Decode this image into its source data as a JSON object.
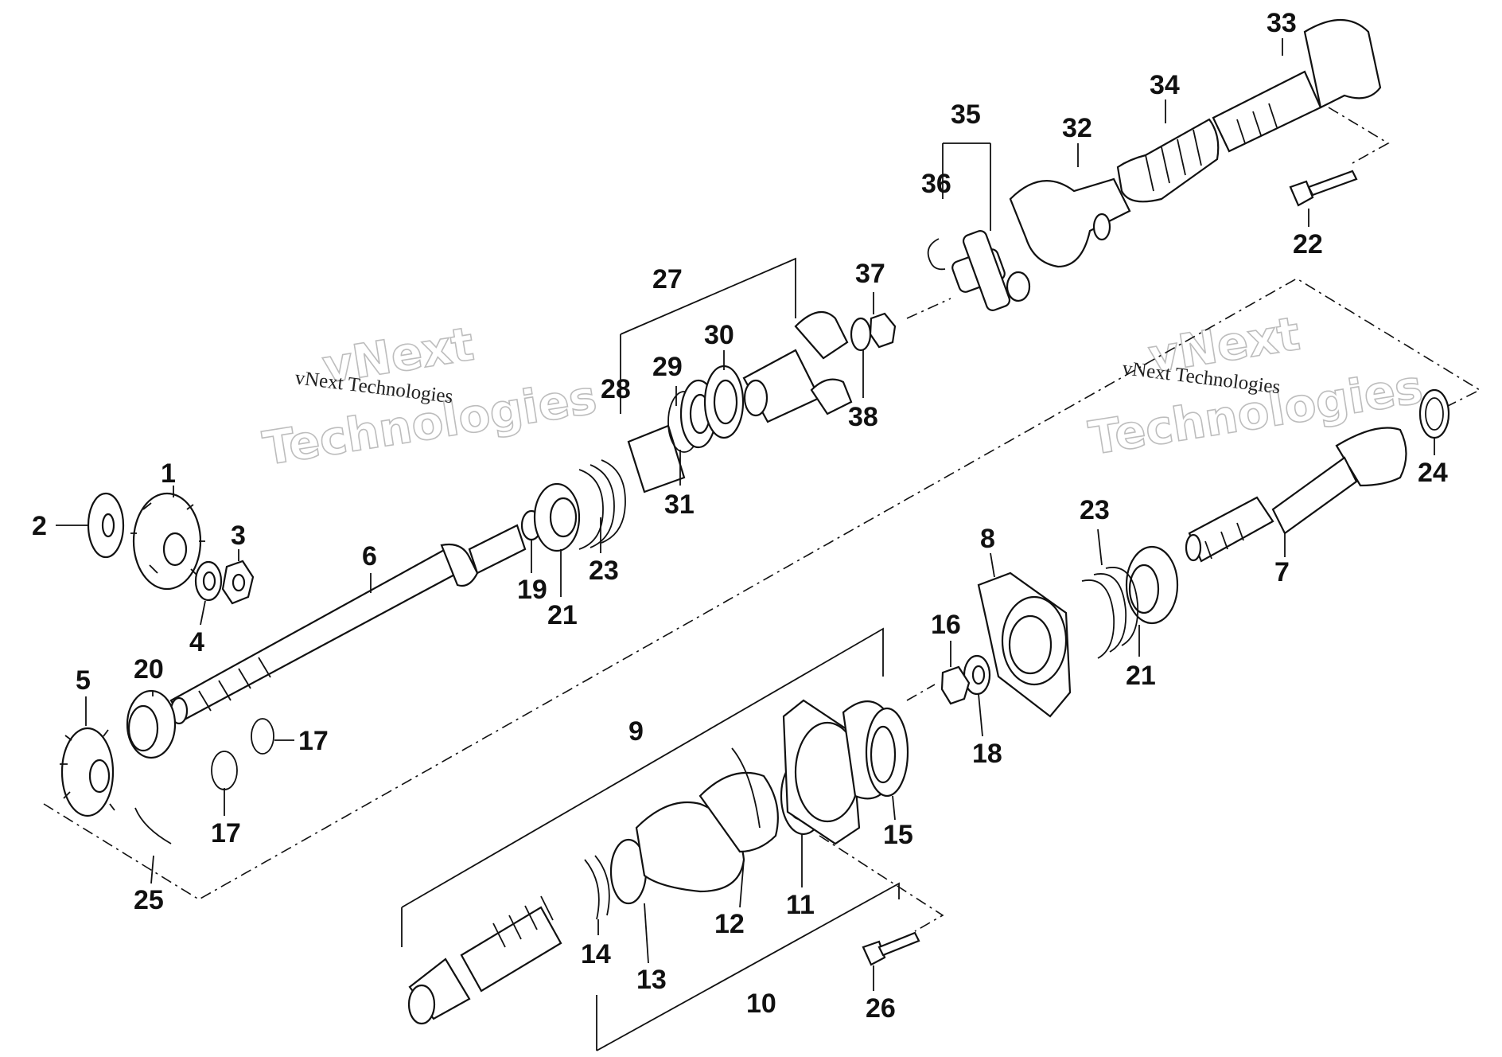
{
  "watermarks": {
    "left_big_1": "vNext",
    "left_big_2": "Technologies",
    "left_small": "vNext Technologies",
    "right_big_1": "vNext",
    "right_big_2": "Technologies",
    "right_small": "vNext Technologies"
  },
  "callouts": {
    "c1": "1",
    "c2": "2",
    "c3": "3",
    "c4": "4",
    "c5": "5",
    "c6": "6",
    "c7": "7",
    "c8": "8",
    "c9": "9",
    "c10": "10",
    "c11": "11",
    "c12": "12",
    "c13": "13",
    "c14": "14",
    "c15": "15",
    "c16": "16",
    "c17a": "17",
    "c17b": "17",
    "c18": "18",
    "c19": "19",
    "c20": "20",
    "c21a": "21",
    "c21b": "21",
    "c22": "22",
    "c23a": "23",
    "c23b": "23",
    "c24": "24",
    "c25": "25",
    "c26": "26",
    "c27": "27",
    "c28": "28",
    "c29": "29",
    "c30": "30",
    "c31": "31",
    "c32": "32",
    "c33": "33",
    "c34": "34",
    "c35": "35",
    "c36": "36",
    "c37": "37",
    "c38": "38"
  }
}
